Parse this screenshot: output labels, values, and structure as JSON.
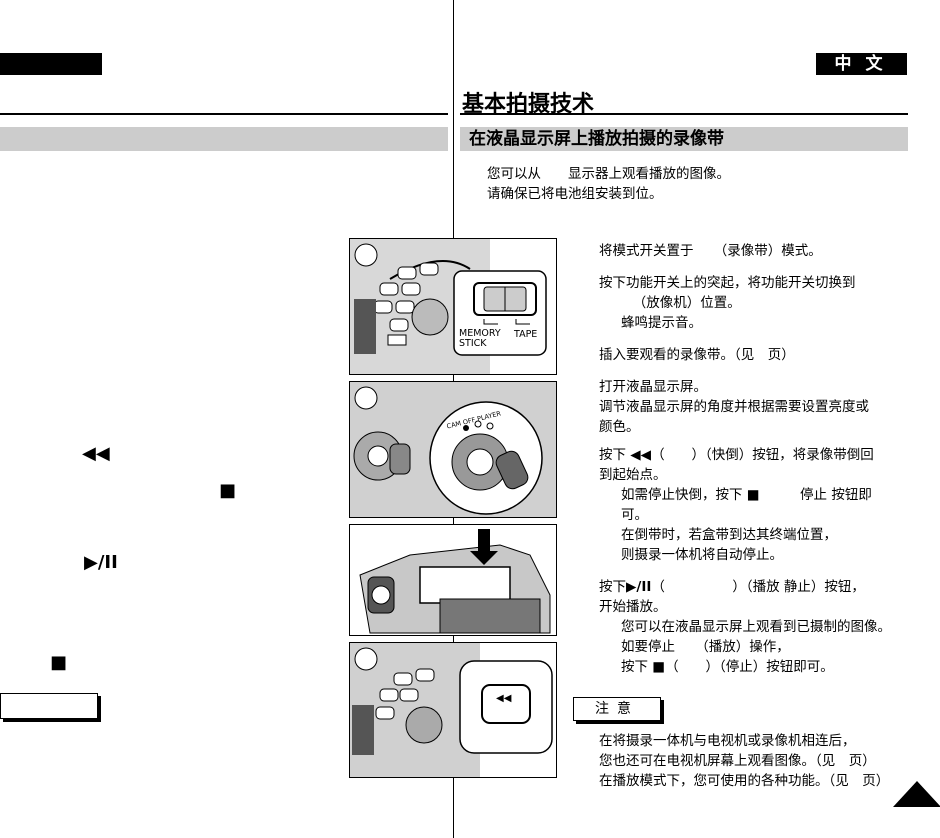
{
  "header": {
    "language_tab": "中文",
    "chapter_title": "基本拍摄技术",
    "section_title": "在液晶显示屏上播放拍摄的录像带"
  },
  "intro": [
    "您可以从　　显示器上观看播放的图像。",
    "请确保已将电池组安装到位。"
  ],
  "figure_labels": {
    "memory_stick": "MEMORY STICK",
    "tape": "TAPE",
    "dial_marks": "CAM  OFF PLAYER"
  },
  "steps": [
    {
      "lines": [
        "将模式开关置于　　（录像带）模式。"
      ]
    },
    {
      "lines": [
        "按下功能开关上的突起，将功能开关切换到",
        "　　　（放像机）位置。",
        "蜂鸣提示音。"
      ]
    },
    {
      "lines": [
        "插入要观看的录像带。（见　页）"
      ]
    },
    {
      "lines": [
        "打开液晶显示屏。",
        "调节液晶显示屏的角度并根据需要设置亮度或",
        "颜色。"
      ]
    },
    {
      "lines": [
        "按下",
        "（　　）（快倒）按钮，将录像带倒回",
        "到起始点。",
        "如需停止快倒，按下",
        "　　　停止 按钮即",
        "可。",
        "在倒带时，若盒带到达其终端位置，",
        "则摄录一体机将自动停止。"
      ]
    },
    {
      "lines": [
        "按下",
        "（　　　　　）（播放 静止）按钮，",
        "开始播放。",
        "您可以在液晶显示屏上观看到已摄制的图像。",
        "如要停止　　（播放）操作，",
        "按下",
        "（　　）（停止）按钮即可。"
      ]
    }
  ],
  "note": {
    "label": "注意",
    "lines": [
      "在将摄录一体机与电视机或录像机相连后，",
      "您也还可在电视机屏幕上观看图像。（见　页）",
      "在播放模式下，您可使用的各种功能。（见　页）"
    ]
  },
  "symbols": {
    "rewind": "◀◀",
    "stop": "■",
    "play_still": "▶/II"
  }
}
